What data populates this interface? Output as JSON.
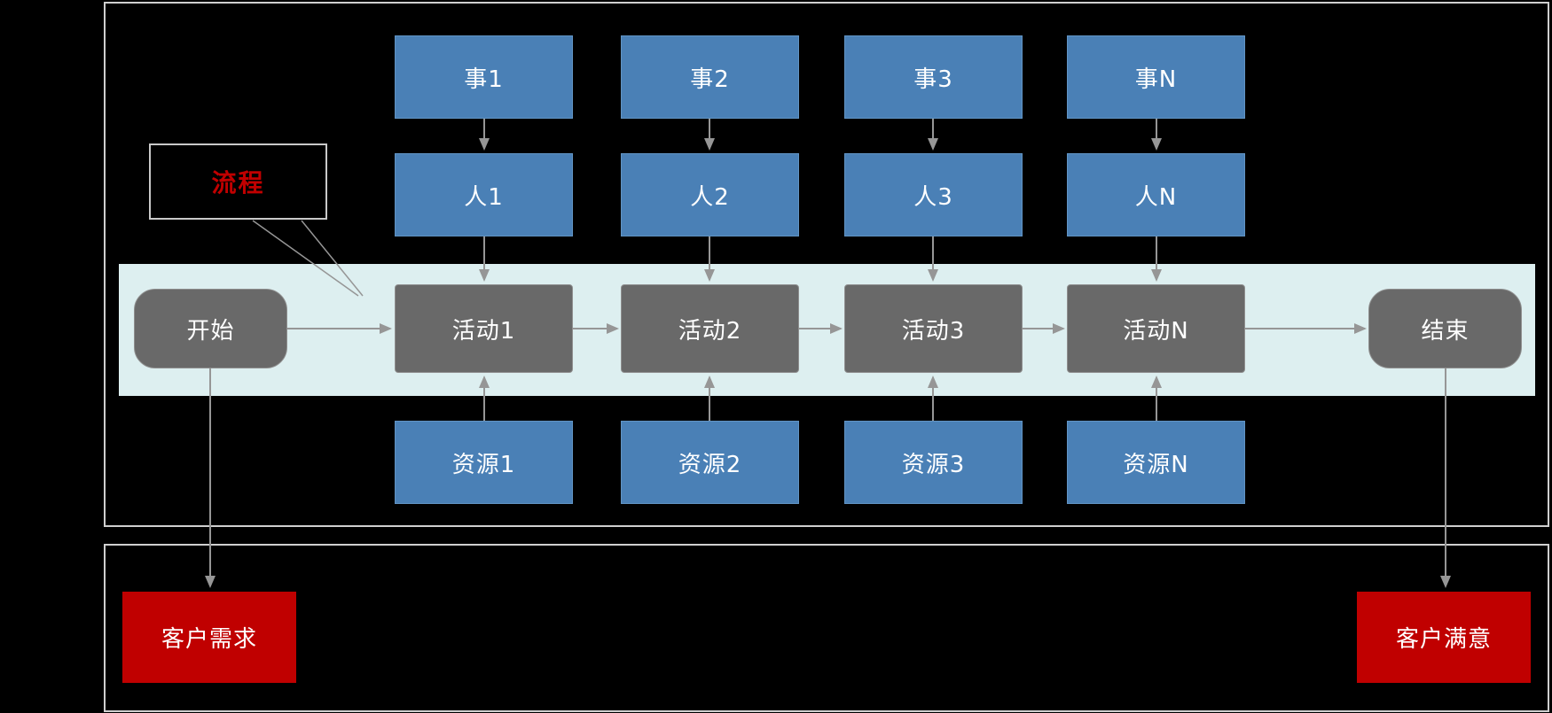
{
  "diagram": {
    "callout": {
      "label": "流程"
    },
    "flow": {
      "start": "开始",
      "end": "结束"
    },
    "columns": [
      {
        "task": "事1",
        "person": "人1",
        "activity": "活动1",
        "resource": "资源1"
      },
      {
        "task": "事2",
        "person": "人2",
        "activity": "活动2",
        "resource": "资源2"
      },
      {
        "task": "事3",
        "person": "人3",
        "activity": "活动3",
        "resource": "资源3"
      },
      {
        "task": "事N",
        "person": "人N",
        "activity": "活动N",
        "resource": "资源N"
      }
    ],
    "outcomes": {
      "customer_need": "客户需求",
      "customer_satisfaction": "客户满意"
    },
    "colors": {
      "background": "#000000",
      "blue_box": "#4a80b6",
      "gray_box": "#696969",
      "lane": "#ddeff0",
      "red_box": "#c00000",
      "red_text": "#c00000",
      "arrow": "#969696",
      "panel_border": "#cfcfcf",
      "box_text": "#ffffff"
    }
  }
}
